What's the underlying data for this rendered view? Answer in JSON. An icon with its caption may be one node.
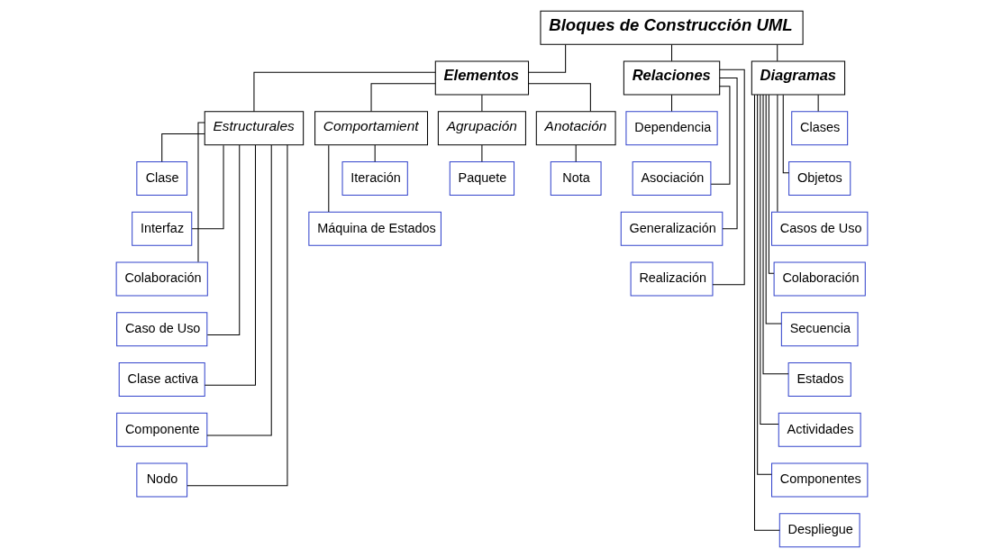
{
  "diagram": {
    "nodes": [
      {
        "text": [
          "Bloques de Construcción UML"
        ]
      },
      {
        "text": [
          "Elementos"
        ]
      },
      {
        "text": [
          "Relaciones"
        ]
      },
      {
        "text": [
          "Diagramas"
        ]
      },
      {
        "text": [
          "Estructurales"
        ]
      },
      {
        "text": [
          "Comportamient"
        ]
      },
      {
        "text": [
          "Agrupación"
        ]
      },
      {
        "text": [
          "Anotación"
        ]
      },
      {
        "text": [
          "Clase"
        ]
      },
      {
        "text": [
          "Interfaz"
        ]
      },
      {
        "text": [
          "Colaboración"
        ]
      },
      {
        "text": [
          "Caso de Uso"
        ]
      },
      {
        "text": [
          "Clase activa"
        ]
      },
      {
        "text": [
          "Componente"
        ]
      },
      {
        "text": [
          "Nodo"
        ]
      },
      {
        "text": [
          "Iteración"
        ]
      },
      {
        "text": [
          "Máquina de Estados"
        ]
      },
      {
        "text": [
          "Paquete"
        ]
      },
      {
        "text": [
          "Nota"
        ]
      },
      {
        "text": [
          "Dependencia"
        ]
      },
      {
        "text": [
          "Asociación"
        ]
      },
      {
        "text": [
          "Generalización"
        ]
      },
      {
        "text": [
          "Realización"
        ]
      },
      {
        "text": [
          "Clases"
        ]
      },
      {
        "text": [
          "Objetos"
        ]
      },
      {
        "text": [
          "Casos de Uso"
        ]
      },
      {
        "text": [
          "Colaboración"
        ]
      },
      {
        "text": [
          "Secuencia"
        ]
      },
      {
        "text": [
          "Estados"
        ]
      },
      {
        "text": [
          "Actividades"
        ]
      },
      {
        "text": [
          "Componentes"
        ]
      },
      {
        "text": [
          "Despliegue"
        ]
      }
    ],
    "edges": [
      {
        "from": 0,
        "to": 1,
        "arrow": "none"
      },
      {
        "from": 0,
        "to": 2,
        "arrow": "none"
      },
      {
        "from": 0,
        "to": 3,
        "arrow": "none"
      },
      {
        "from": 1,
        "to": 4,
        "arrow": "none"
      },
      {
        "from": 1,
        "to": 5,
        "arrow": "none"
      },
      {
        "from": 1,
        "to": 6,
        "arrow": "none"
      },
      {
        "from": 1,
        "to": 7,
        "arrow": "none"
      },
      {
        "from": 4,
        "to": 8,
        "arrow": "none"
      },
      {
        "from": 4,
        "to": 9,
        "arrow": "none"
      },
      {
        "from": 4,
        "to": 10,
        "arrow": "none"
      },
      {
        "from": 4,
        "to": 11,
        "arrow": "none"
      },
      {
        "from": 4,
        "to": 12,
        "arrow": "none"
      },
      {
        "from": 4,
        "to": 13,
        "arrow": "none"
      },
      {
        "from": 4,
        "to": 14,
        "arrow": "none"
      },
      {
        "from": 5,
        "to": 15,
        "arrow": "none"
      },
      {
        "from": 5,
        "to": 16,
        "arrow": "none"
      },
      {
        "from": 6,
        "to": 17,
        "arrow": "none"
      },
      {
        "from": 7,
        "to": 18,
        "arrow": "none"
      },
      {
        "from": 2,
        "to": 19,
        "arrow": "none"
      },
      {
        "from": 2,
        "to": 20,
        "arrow": "none"
      },
      {
        "from": 2,
        "to": 21,
        "arrow": "none"
      },
      {
        "from": 2,
        "to": 22,
        "arrow": "none"
      },
      {
        "from": 3,
        "to": 23,
        "arrow": "none"
      },
      {
        "from": 3,
        "to": 24,
        "arrow": "none"
      },
      {
        "from": 3,
        "to": 25,
        "arrow": "none"
      },
      {
        "from": 3,
        "to": 26,
        "arrow": "none"
      },
      {
        "from": 3,
        "to": 27,
        "arrow": "none"
      },
      {
        "from": 3,
        "to": 28,
        "arrow": "none"
      },
      {
        "from": 3,
        "to": 29,
        "arrow": "none"
      },
      {
        "from": 3,
        "to": 30,
        "arrow": "none"
      },
      {
        "from": 3,
        "to": 31,
        "arrow": "none"
      }
    ]
  }
}
